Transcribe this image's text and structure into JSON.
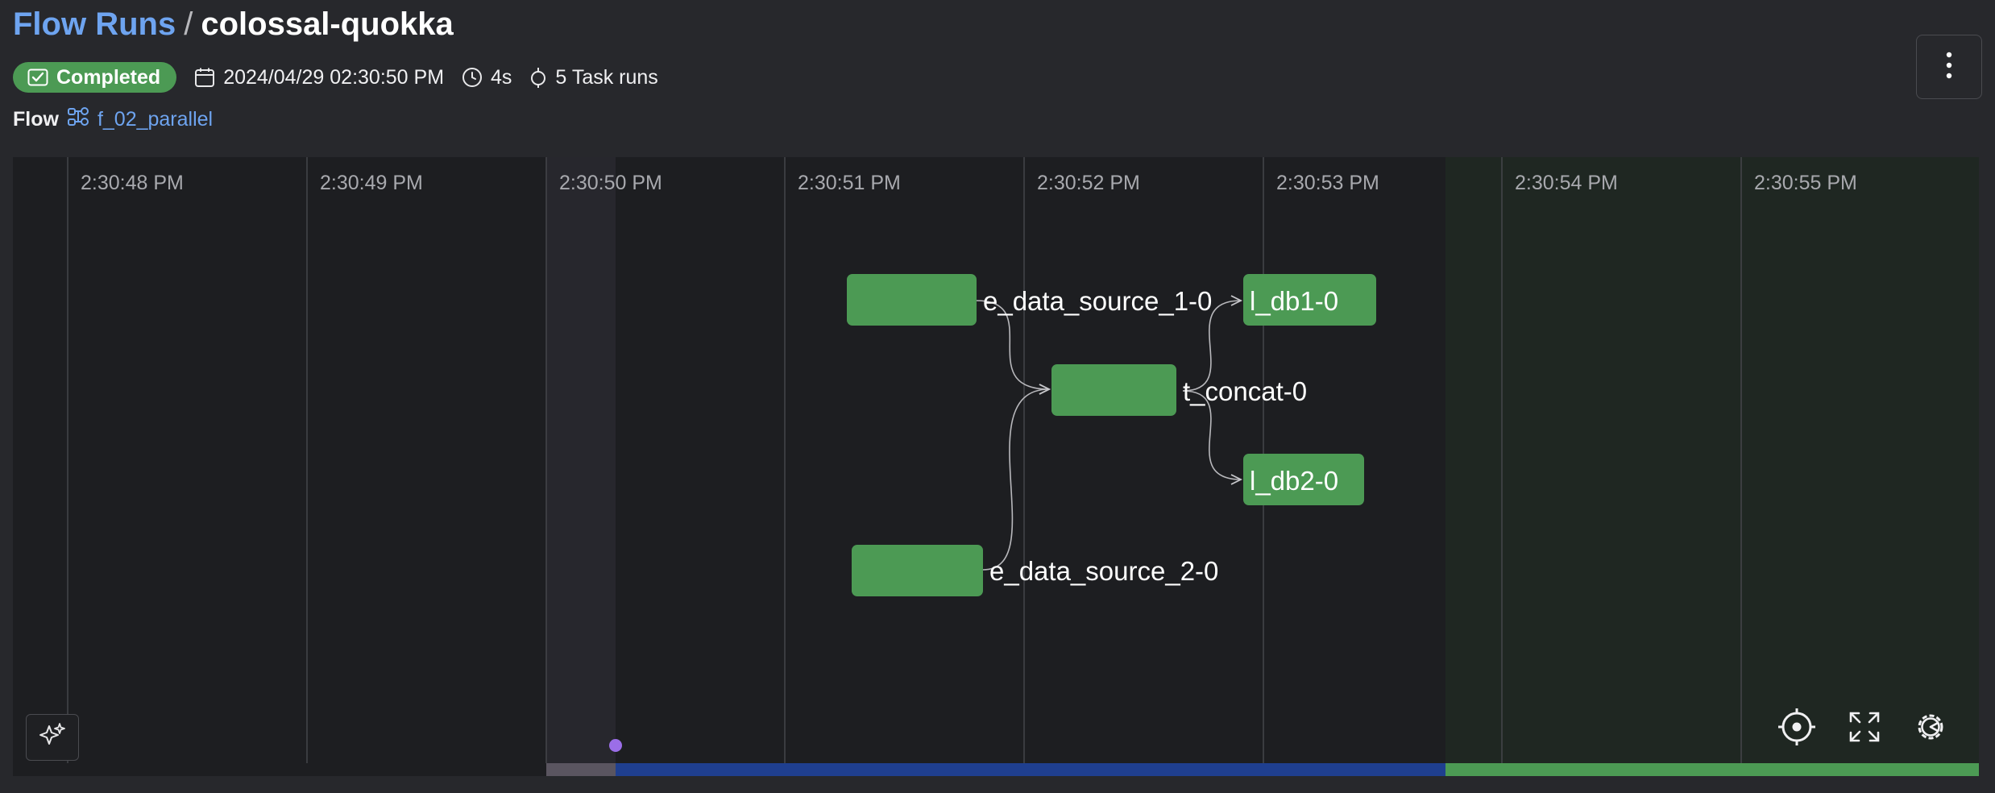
{
  "breadcrumb": {
    "parent": "Flow Runs",
    "separator": "/",
    "current": "colossal-quokka"
  },
  "run": {
    "state": "Completed",
    "start_time": "2024/04/29 02:30:50 PM",
    "duration": "4s",
    "task_runs": "5 Task runs"
  },
  "flow": {
    "label": "Flow",
    "name": "f_02_parallel"
  },
  "timeline": {
    "ticks": [
      "2:30:48 PM",
      "2:30:49 PM",
      "2:30:50 PM",
      "2:30:51 PM",
      "2:30:52 PM",
      "2:30:53 PM",
      "2:30:54 PM",
      "2:30:55 PM"
    ],
    "nodes": [
      {
        "id": "n1",
        "label": "e_data_source_1-0"
      },
      {
        "id": "n2",
        "label": "e_data_source_2-0"
      },
      {
        "id": "n3",
        "label": "t_concat-0"
      },
      {
        "id": "n4",
        "label": "l_db1-0"
      },
      {
        "id": "n5",
        "label": "l_db2-0"
      }
    ],
    "edges": [
      [
        "n1",
        "n3"
      ],
      [
        "n2",
        "n3"
      ],
      [
        "n3",
        "n4"
      ],
      [
        "n3",
        "n5"
      ]
    ]
  },
  "icons": {
    "state": "checkbox-check-icon",
    "calendar": "calendar-icon",
    "clock": "clock-icon",
    "task_runs": "task-run-icon",
    "flow": "flow-icon",
    "menu": "kebab-menu-icon",
    "sparkle": "sparkle-icon",
    "center": "crosshair-icon",
    "fullscreen": "fullscreen-icon",
    "settings": "gear-icon"
  },
  "colors": {
    "accent": "#6ea4f0",
    "completed": "#4c9a54",
    "running_bar": "#1f3f8f",
    "pending_bar": "#5a5560",
    "now_marker": "#9b6ee8"
  }
}
